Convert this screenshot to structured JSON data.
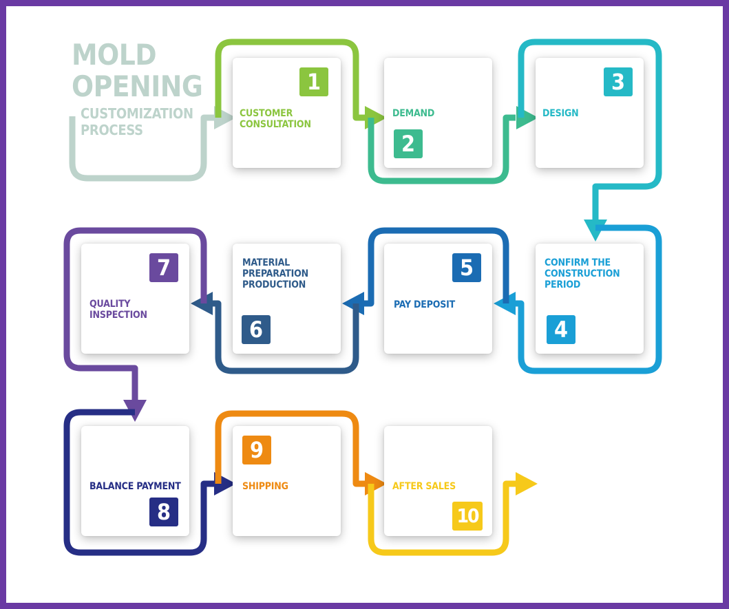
{
  "title": {
    "line1": "MOLD",
    "line2": "OPENING",
    "line3": "CUSTOMIZATION",
    "line4": "PROCESS"
  },
  "steps": [
    {
      "number": "1",
      "label": "CUSTOMER CONSULTATION",
      "color": "#8bc53f"
    },
    {
      "number": "2",
      "label": "DEMAND",
      "color": "#3dbb8f"
    },
    {
      "number": "3",
      "label": "DESIGN",
      "color": "#25b9c6"
    },
    {
      "number": "4",
      "label": "CONFIRM THE CONSTRUCTION PERIOD",
      "color": "#1a9fd6"
    },
    {
      "number": "5",
      "label": "PAY DEPOSIT",
      "color": "#1b6cb3"
    },
    {
      "number": "6",
      "label": "MATERIAL PREPARATION PRODUCTION",
      "color": "#2f5b8a"
    },
    {
      "number": "7",
      "label": "QUALITY INSPECTION",
      "color": "#6a4a9e"
    },
    {
      "number": "8",
      "label": "BALANCE PAYMENT",
      "color": "#262e85"
    },
    {
      "number": "9",
      "label": "SHIPPING",
      "color": "#ee8a12"
    },
    {
      "number": "10",
      "label": "AFTER SALES",
      "color": "#f6c91a"
    }
  ],
  "colors": {
    "frame": "#6a3aa3",
    "title": "#bdd3cb"
  }
}
